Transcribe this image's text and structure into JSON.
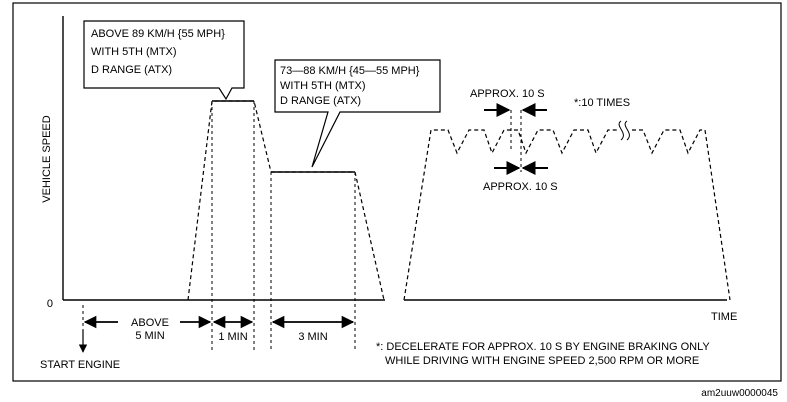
{
  "axes": {
    "y_label": "VEHICLE SPEED",
    "x_label": "TIME",
    "origin_label": "0"
  },
  "callout_high": {
    "line1": "ABOVE 89 KM/H {55 MPH}",
    "line2": "WITH 5TH (MTX)",
    "line3": "D RANGE (ATX)"
  },
  "callout_mid": {
    "line1": "73—88 KM/H {45—55 MPH}",
    "line2": "WITH 5TH (MTX)",
    "line3": "D RANGE (ATX)"
  },
  "intervals": {
    "above_line1": "ABOVE",
    "above_line2": "5 MIN",
    "one_min": "1 MIN",
    "three_min": "3 MIN"
  },
  "start_engine": "START ENGINE",
  "approx_top": "APPROX. 10 S",
  "approx_bottom": "APPROX. 10 S",
  "ten_times": "*:10 TIMES",
  "footnote": {
    "line1": "*: DECELERATE FOR APPROX. 10 S BY ENGINE BRAKING ONLY",
    "line2": "WHILE DRIVING WITH ENGINE SPEED 2,500 RPM OR MORE"
  },
  "figure_id": "am2uuw0000045"
}
